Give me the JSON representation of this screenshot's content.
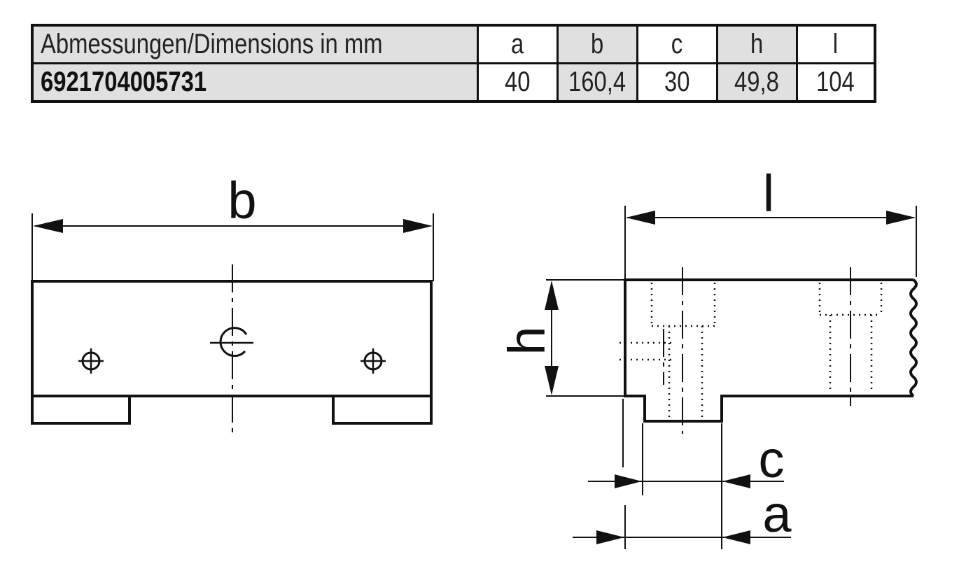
{
  "table": {
    "header_label": "Abmessungen/Dimensions in mm",
    "columns": [
      "a",
      "b",
      "c",
      "h",
      "l"
    ],
    "part_number": "6921704005731",
    "values": [
      "40",
      "160,4",
      "30",
      "49,8",
      "104"
    ]
  },
  "drawing": {
    "front_view": {
      "dimension_label": "b"
    },
    "side_view": {
      "length_label": "l",
      "height_label": "h",
      "slot_width_label": "c",
      "base_width_label": "a"
    }
  }
}
